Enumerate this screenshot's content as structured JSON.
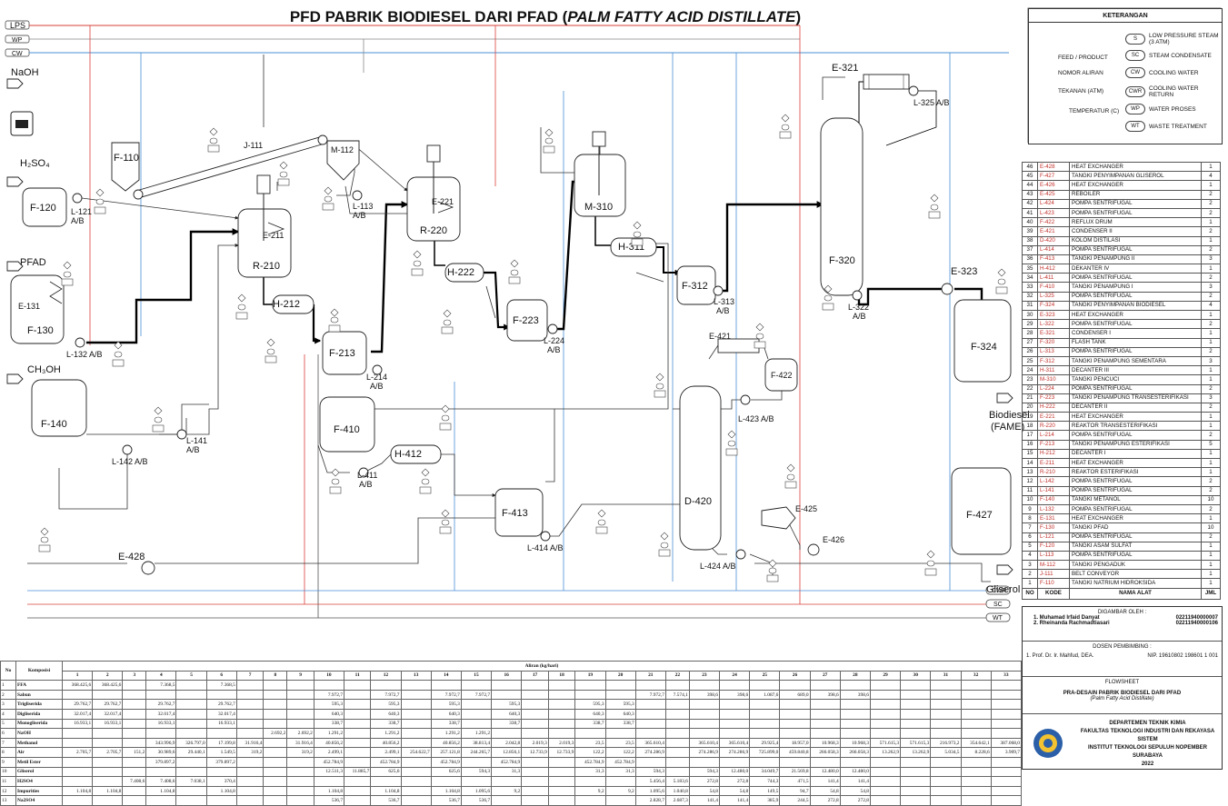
{
  "title": "PFD PABRIK BIODIESEL DARI PFAD (",
  "title_italic": "PALM FATTY ACID DISTILLATE",
  "title_end": ")",
  "utility_lines": [
    "LPS",
    "WP",
    "CW"
  ],
  "return_lines": [
    "CWR",
    "SC",
    "WT"
  ],
  "feeds": {
    "naoh": "NaOH",
    "h2so4": "H₂SO₄",
    "pfad": "PFAD",
    "ch3oh": "CH₃OH",
    "biodiesel": "Biodiesel",
    "fame": "(FAME)",
    "gliserol": "Gliserol"
  },
  "equipment_tags": {
    "f110": "F-110",
    "j111": "J-111",
    "m112": "M-112",
    "l113": "L-113",
    "l113b": "A/B",
    "f120": "F-120",
    "l121": "L-121",
    "l121b": "A/B",
    "e131": "E-131",
    "f130": "F-130",
    "l132": "L-132 A/B",
    "f140": "F-140",
    "l141": "L-141",
    "l141b": "A/B",
    "l142": "L-142 A/B",
    "e211": "E-211",
    "r210": "R-210",
    "h212": "H-212",
    "f213": "F-213",
    "l214": "L-214",
    "l214b": "A/B",
    "e221": "E-221",
    "r220": "R-220",
    "h222": "H-222",
    "f223": "F-223",
    "l224": "L-224",
    "l224b": "A/B",
    "m310": "M-310",
    "h311": "H-311",
    "f312": "F-312",
    "l313": "L-313",
    "l313b": "A/B",
    "e321": "E-321",
    "l325": "L-325 A/B",
    "f320": "F-320",
    "l322": "L-322",
    "l322b": "A/B",
    "e323": "E-323",
    "f324": "F-324",
    "f410": "F-410",
    "l411": "L-411",
    "l411b": "A/B",
    "h412": "H-412",
    "f413": "F-413",
    "l414": "L-414 A/B",
    "e421": "E-421",
    "f422": "F-422",
    "l423": "L-423 A/B",
    "d420": "D-420",
    "e425": "E-425",
    "l424": "L-424 A/B",
    "e426": "E-426",
    "f427": "F-427",
    "e428": "E-428"
  },
  "legend": {
    "title": "KETERANGAN",
    "left": [
      "FEED / PRODUCT",
      "NOMOR ALIRAN",
      "TEKANAN  (ATM)",
      "TEMPERATUR (C)"
    ],
    "right": [
      {
        "sym": "S",
        "text": "LOW PRESSURE STEAM (3 ATM)"
      },
      {
        "sym": "SC",
        "text": "STEAM CONDENSATE"
      },
      {
        "sym": "CW",
        "text": "COOLING WATER"
      },
      {
        "sym": "CWR",
        "text": "COOLING WATER RETURN"
      },
      {
        "sym": "WP",
        "text": "WATER PROSES"
      },
      {
        "sym": "WT",
        "text": "WASTE TREATMENT"
      }
    ]
  },
  "equipment_list": {
    "header": [
      "NO",
      "KODE",
      "NAMA ALAT",
      "JML"
    ],
    "rows": [
      [
        "46",
        "E-428",
        "HEAT EXCHANGER",
        "1"
      ],
      [
        "45",
        "F-427",
        "TANGKI PENYIMPANAN GLISEROL",
        "4"
      ],
      [
        "44",
        "E-426",
        "HEAT EXCHANGER",
        "1"
      ],
      [
        "43",
        "E-425",
        "REBOILER",
        "2"
      ],
      [
        "42",
        "L-424",
        "POMPA SENTRIFUGAL",
        "2"
      ],
      [
        "41",
        "L-423",
        "POMPA SENTRIFUGAL",
        "2"
      ],
      [
        "40",
        "F-422",
        "REFLUX DRUM",
        "1"
      ],
      [
        "39",
        "E-421",
        "CONDENSER II",
        "2"
      ],
      [
        "38",
        "D-420",
        "KOLOM DISTILASI",
        "1"
      ],
      [
        "37",
        "L-414",
        "POMPA SENTRIFUGAL",
        "2"
      ],
      [
        "36",
        "F-413",
        "TANGKI PENAMPUNG II",
        "3"
      ],
      [
        "35",
        "H-412",
        "DEKANTER IV",
        "1"
      ],
      [
        "34",
        "L-411",
        "POMPA SENTRIFUGAL",
        "2"
      ],
      [
        "33",
        "F-410",
        "TANGKI PENAMPUNG I",
        "3"
      ],
      [
        "32",
        "L-325",
        "POMPA SENTRIFUGAL",
        "2"
      ],
      [
        "31",
        "F-324",
        "TANGKI PENYIMPANAN BIODIESEL",
        "4"
      ],
      [
        "30",
        "E-323",
        "HEAT EXCHANGER",
        "1"
      ],
      [
        "29",
        "L-322",
        "POMPA SENTRIFUGAL",
        "2"
      ],
      [
        "28",
        "E-321",
        "CONDENSER I",
        "1"
      ],
      [
        "27",
        "F-320",
        "FLASH TANK",
        "1"
      ],
      [
        "26",
        "L-313",
        "POMPA SENTRIFUGAL",
        "2"
      ],
      [
        "25",
        "F-312",
        "TANGKI PENAMPUNG SEMENTARA",
        "3"
      ],
      [
        "24",
        "H-311",
        "DECANTER III",
        "1"
      ],
      [
        "23",
        "M-310",
        "TANGKI PENCUCI",
        "1"
      ],
      [
        "22",
        "L-224",
        "POMPA SENTRIFUGAL",
        "2"
      ],
      [
        "21",
        "F-223",
        "TANGKI PENAMPUNG TRANSESTERIFIKASI",
        "3"
      ],
      [
        "20",
        "H-222",
        "DECANTER II",
        "2"
      ],
      [
        "19",
        "E-221",
        "HEAT EXCHANGER",
        "1"
      ],
      [
        "18",
        "R-220",
        "REAKTOR TRANSESTERIFIKASI",
        "1"
      ],
      [
        "17",
        "L-214",
        "POMPA SENTRIFUGAL",
        "2"
      ],
      [
        "16",
        "F-213",
        "TANGKI PENAMPUNG ESTERIFIKASI",
        "5"
      ],
      [
        "15",
        "H-212",
        "DECANTER I",
        "1"
      ],
      [
        "14",
        "E-211",
        "HEAT EXCHANGER",
        "1"
      ],
      [
        "13",
        "R-210",
        "REAKTOR ESTERIFIKASI",
        "1"
      ],
      [
        "12",
        "L-142",
        "POMPA SENTRIFUGAL",
        "2"
      ],
      [
        "11",
        "L-141",
        "POMPA SENTRIFUGAL",
        "2"
      ],
      [
        "10",
        "F-140",
        "TANGKI METANOL",
        "10"
      ],
      [
        "9",
        "L-132",
        "POMPA SENTRIFUGAL",
        "2"
      ],
      [
        "8",
        "E-131",
        "HEAT EXCHANGER",
        "1"
      ],
      [
        "7",
        "F-130",
        "TANGKI PFAD",
        "10"
      ],
      [
        "6",
        "L-121",
        "POMPA SENTRIFUGAL",
        "2"
      ],
      [
        "5",
        "F-120",
        "TANGKI ASAM SULFAT",
        "1"
      ],
      [
        "4",
        "L-113",
        "POMPA SENTRIFUGAL",
        "1"
      ],
      [
        "3",
        "M-112",
        "TANGKI PENGADUK",
        "1"
      ],
      [
        "2",
        "J-111",
        "BELT CONVEYOR",
        "1"
      ],
      [
        "1",
        "F-110",
        "TANGKI NATRIUM HIDROKSIDA",
        "1"
      ]
    ]
  },
  "title_block": {
    "drawn_by_label": "DIGAMBAR OLEH :",
    "drawn_by": [
      {
        "name": "1. Muhamad Irfaid Danyat",
        "nrp": "02211940000007"
      },
      {
        "name": "2. Rheinanda Rachmadtiasari",
        "nrp": "02211940000106"
      }
    ],
    "supervisor_label": "DOSEN PEMBIMBING :",
    "supervisor": "1. Prof. Dr. Ir. Mahfud, DEA.",
    "supervisor_nip": "NIP. 19610802 198601 1 001",
    "sheet": "FLOWSHEET",
    "project": "PRA-DESAIN PABRIK BIODIESEL DARI PFAD",
    "project_sub": "(Palm Fatty Acid Distillate)",
    "dept": "DEPARTEMEN TEKNIK KIMIA",
    "faculty": "FAKULTAS TEKNOLOGI INDUSTRI DAN REKAYASA SISTEM",
    "institute": "INSTITUT TEKNOLOGI SEPULUH NOPEMBER",
    "city": "SURABAYA",
    "year": "2022"
  },
  "stream_table": {
    "col_no": "No",
    "col_komposisi": "Komposisi",
    "aliran_label": "Aliran (kg/hari)",
    "stream_numbers": [
      "1",
      "2",
      "3",
      "4",
      "5",
      "6",
      "7",
      "8",
      "9",
      "10",
      "11",
      "12",
      "13",
      "14",
      "15",
      "16",
      "17",
      "18",
      "19",
      "20",
      "21",
      "22",
      "23",
      "24",
      "25",
      "26",
      "27",
      "28",
      "29",
      "30",
      "31",
      "32",
      "33"
    ],
    "rows": [
      {
        "no": "1",
        "name": "FFA",
        "vals": [
          "368.425,6",
          "368.425,6",
          "",
          "7.368,5",
          "",
          "7.368,5",
          "",
          "",
          "",
          "",
          "",
          "",
          "",
          "",
          "",
          "",
          "",
          "",
          "",
          "",
          "",
          "",
          "",
          "",
          "",
          "",
          "",
          "",
          "",
          "",
          "",
          "",
          ""
        ]
      },
      {
        "no": "2",
        "name": "Sabun",
        "vals": [
          "",
          "",
          "",
          "",
          "",
          "",
          "",
          "",
          "",
          "7.972,7",
          "",
          "7.972,7",
          "",
          "7.972,7",
          "7.972,7",
          "",
          "",
          "",
          "",
          "",
          "7.972,7",
          "7.574,1",
          "398,6",
          "398,6",
          "1.087,6",
          "689,0",
          "398,6",
          "398,6",
          "",
          "",
          "",
          "",
          ""
        ]
      },
      {
        "no": "3",
        "name": "Trigliserida",
        "vals": [
          "29.762,7",
          "29.762,7",
          "",
          "29.762,7",
          "",
          "29.762,7",
          "",
          "",
          "",
          "595,3",
          "",
          "595,3",
          "",
          "595,3",
          "",
          "595,3",
          "",
          "",
          "595,3",
          "595,3",
          "",
          "",
          "",
          "",
          "",
          "",
          "",
          "",
          "",
          "",
          "",
          "",
          ""
        ]
      },
      {
        "no": "4",
        "name": "Digliserida",
        "vals": [
          "32.017,4",
          "32.017,4",
          "",
          "32.017,4",
          "",
          "32.017,4",
          "",
          "",
          "",
          "640,3",
          "",
          "640,3",
          "",
          "640,3",
          "",
          "640,3",
          "",
          "",
          "640,3",
          "640,3",
          "",
          "",
          "",
          "",
          "",
          "",
          "",
          "",
          "",
          "",
          "",
          "",
          ""
        ]
      },
      {
        "no": "5",
        "name": "Monogliserida",
        "vals": [
          "16.933,1",
          "16.933,1",
          "",
          "16.933,1",
          "",
          "16.933,1",
          "",
          "",
          "",
          "338,7",
          "",
          "338,7",
          "",
          "338,7",
          "",
          "338,7",
          "",
          "",
          "338,7",
          "338,7",
          "",
          "",
          "",
          "",
          "",
          "",
          "",
          "",
          "",
          "",
          "",
          "",
          ""
        ]
      },
      {
        "no": "6",
        "name": "NaOH",
        "vals": [
          "",
          "",
          "",
          "",
          "",
          "",
          "",
          "2.692,2",
          "2.692,2",
          "1.291,2",
          "",
          "1.291,2",
          "",
          "1.291,2",
          "1.291,2",
          "",
          "",
          "",
          "",
          "",
          "",
          "",
          "",
          "",
          "",
          "",
          "",
          "",
          "",
          "",
          "",
          "",
          ""
        ]
      },
      {
        "no": "7",
        "name": "Methanol",
        "vals": [
          "",
          "",
          "",
          "343.996,9",
          "326.797,0",
          "17.199,8",
          "31.916,4",
          "",
          "31.916,4",
          "40.856,2",
          "",
          "40.856,2",
          "",
          "40.856,2",
          "38.813,4",
          "2.042,8",
          "2.019,3",
          "2.019,3",
          "23,5",
          "23,5",
          "365.610,4",
          "",
          "365.610,4",
          "365.610,4",
          "29.925,4",
          "18.957,0",
          "10.968,3",
          "10.968,3",
          "571.615,3",
          "571.615,3",
          "216.973,2",
          "354.642,1",
          "387.068,0"
        ]
      },
      {
        "no": "8",
        "name": "Air",
        "vals": [
          "2.705,7",
          "2.705,7",
          "151,2",
          "30.989,6",
          "29.440,1",
          "1.549,5",
          "319,2",
          "",
          "319,2",
          "2.499,1",
          "",
          "2.499,1",
          "254.622,7",
          "257.121,8",
          "244.265,7",
          "12.856,1",
          "12.733,9",
          "12.733,9",
          "122,2",
          "122,2",
          "274.286,9",
          "",
          "274.286,9",
          "274.286,9",
          "725.899,0",
          "459.840,8",
          "266.058,3",
          "266.058,3",
          "13.262,9",
          "13.262,9",
          "5.034,5",
          "8.228,6",
          "3.909,7"
        ]
      },
      {
        "no": "9",
        "name": "Metil Ester",
        "vals": [
          "",
          "",
          "",
          "379.897,2",
          "",
          "379.897,2",
          "",
          "",
          "",
          "452.784,9",
          "",
          "452.784,9",
          "",
          "452.784,9",
          "",
          "452.784,9",
          "",
          "",
          "452.784,9",
          "452.784,9",
          "",
          "",
          "",
          "",
          "",
          "",
          "",
          "",
          "",
          "",
          "",
          "",
          ""
        ]
      },
      {
        "no": "10",
        "name": "Gliserol",
        "vals": [
          "",
          "",
          "",
          "",
          "",
          "",
          "",
          "",
          "",
          "12.511,3",
          "11.885,7",
          "625,6",
          "",
          "625,6",
          "594,3",
          "31,3",
          "",
          "",
          "31,3",
          "31,3",
          "594,3",
          "",
          "594,3",
          "12.480,0",
          "34.049,7",
          "21.569,8",
          "12.480,0",
          "12.480,0",
          "",
          "",
          "",
          "",
          ""
        ]
      },
      {
        "no": "11",
        "name": "H2SO4",
        "vals": [
          "",
          "",
          "7.408,6",
          "7.408,6",
          "7.038,1",
          "370,4",
          "",
          "",
          "",
          "",
          "",
          "",
          "",
          "",
          "",
          "",
          "",
          "",
          "",
          "",
          "5.456,4",
          "5.183,6",
          "272,8",
          "272,8",
          "744,3",
          "471,5",
          "141,4",
          "141,4",
          "",
          "",
          "",
          "",
          ""
        ]
      },
      {
        "no": "12",
        "name": "Impurities",
        "vals": [
          "1.104,8",
          "1.104,8",
          "",
          "1.104,8",
          "",
          "1.104,8",
          "",
          "",
          "",
          "1.104,8",
          "",
          "1.104,8",
          "",
          "1.104,8",
          "1.095,6",
          "9,2",
          "",
          "",
          "9,2",
          "9,2",
          "1.095,6",
          "1.040,8",
          "54,8",
          "54,8",
          "149,5",
          "94,7",
          "54,8",
          "54,8",
          "",
          "",
          "",
          "",
          ""
        ]
      },
      {
        "no": "13",
        "name": "Na2SO4",
        "vals": [
          "",
          "",
          "",
          "",
          "",
          "",
          "",
          "",
          "",
          "536,7",
          "",
          "536,7",
          "",
          "536,7",
          "536,7",
          "",
          "",
          "",
          "",
          "",
          "2.828,7",
          "2.687,3",
          "141,4",
          "141,4",
          "385,9",
          "244,5",
          "272,8",
          "272,8",
          "",
          "",
          "",
          "",
          ""
        ]
      }
    ]
  }
}
